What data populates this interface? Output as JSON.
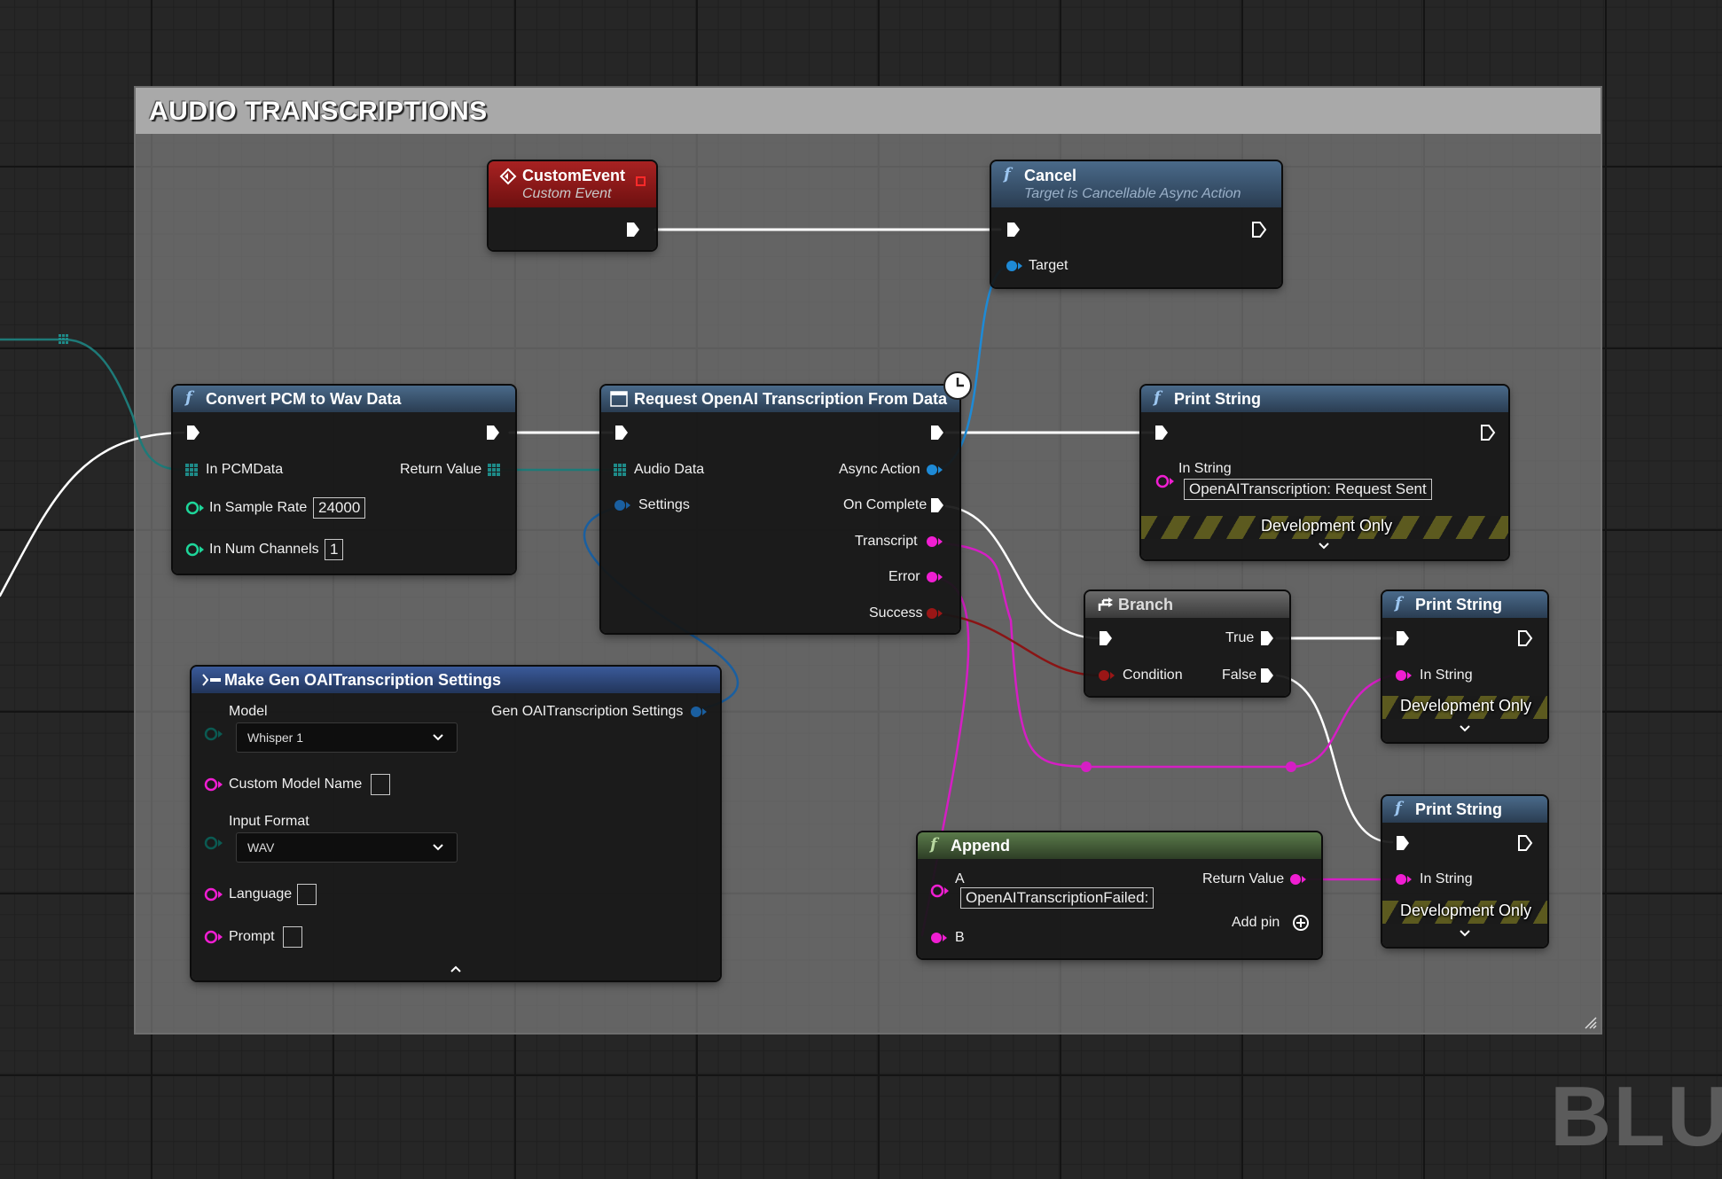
{
  "comment": {
    "title": "AUDIO TRANSCRIPTIONS"
  },
  "watermark": "BLUE",
  "nodes": {
    "custom_event": {
      "title": "CustomEvent",
      "subtitle": "Custom Event"
    },
    "cancel": {
      "title": "Cancel",
      "subtitle": "Target is Cancellable Async Action",
      "pins": {
        "target": "Target"
      }
    },
    "convert": {
      "title": "Convert PCM to Wav Data",
      "pins": {
        "in_pcm": "In PCMData",
        "return": "Return Value",
        "sample_rate": "In Sample Rate",
        "num_channels": "In Num Channels"
      },
      "values": {
        "sample_rate": "24000",
        "num_channels": "1"
      }
    },
    "request": {
      "title": "Request OpenAI Transcription From Data",
      "pins": {
        "audio_data": "Audio Data",
        "settings": "Settings",
        "async_action": "Async Action",
        "on_complete": "On Complete",
        "transcript": "Transcript",
        "error": "Error",
        "success": "Success"
      }
    },
    "print1": {
      "title": "Print String",
      "pins": {
        "in_string": "In String"
      },
      "value": "OpenAITranscription: Request Sent",
      "dev": "Development Only"
    },
    "make_settings": {
      "title": "Make Gen OAITranscription Settings",
      "pins": {
        "model": "Model",
        "output": "Gen OAITranscription Settings",
        "custom_model": "Custom Model Name",
        "input_format": "Input Format",
        "language": "Language",
        "prompt": "Prompt"
      },
      "values": {
        "model": "Whisper 1",
        "input_format": "WAV"
      }
    },
    "branch": {
      "title": "Branch",
      "pins": {
        "true": "True",
        "condition": "Condition",
        "false": "False"
      }
    },
    "print2": {
      "title": "Print String",
      "pins": {
        "in_string": "In String"
      },
      "dev": "Development Only"
    },
    "print3": {
      "title": "Print String",
      "pins": {
        "in_string": "In String"
      },
      "dev": "Development Only"
    },
    "append": {
      "title": "Append",
      "pins": {
        "a": "A",
        "b": "B",
        "return": "Return Value",
        "add_pin": "Add pin"
      },
      "value": "OpenAITranscriptionFailed:"
    }
  },
  "colors": {
    "exec": "#ffffff",
    "struct": "#0da6d6",
    "object": "#1e8ad6",
    "string": "#f01ed2",
    "bool": "#9a1616",
    "byte_array": "#1e7a78",
    "int": "#1ed69a"
  }
}
